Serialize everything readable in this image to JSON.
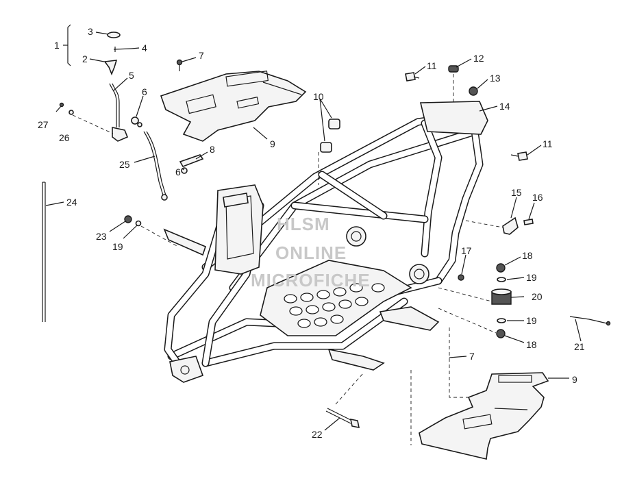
{
  "title": "",
  "watermark": [
    "HLSM",
    "ONLINE",
    "MICROFICHE"
  ],
  "callouts": [
    {
      "id": "c1",
      "text": "1"
    },
    {
      "id": "c3",
      "text": "3"
    },
    {
      "id": "c4",
      "text": "4"
    },
    {
      "id": "c2",
      "text": "2"
    },
    {
      "id": "c5",
      "text": "5"
    },
    {
      "id": "c6a",
      "text": "6"
    },
    {
      "id": "c27",
      "text": "27"
    },
    {
      "id": "c26",
      "text": "26"
    },
    {
      "id": "c25",
      "text": "25"
    },
    {
      "id": "c6b",
      "text": "6"
    },
    {
      "id": "c8",
      "text": "8"
    },
    {
      "id": "c7a",
      "text": "7"
    },
    {
      "id": "c9a",
      "text": "9"
    },
    {
      "id": "c10",
      "text": "10"
    },
    {
      "id": "c11a",
      "text": "11"
    },
    {
      "id": "c12",
      "text": "12"
    },
    {
      "id": "c13",
      "text": "13"
    },
    {
      "id": "c14",
      "text": "14"
    },
    {
      "id": "c11b",
      "text": "11"
    },
    {
      "id": "c15",
      "text": "15"
    },
    {
      "id": "c16",
      "text": "16"
    },
    {
      "id": "c24",
      "text": "24"
    },
    {
      "id": "c23",
      "text": "23"
    },
    {
      "id": "c19a",
      "text": "19"
    },
    {
      "id": "c17",
      "text": "17"
    },
    {
      "id": "c18a",
      "text": "18"
    },
    {
      "id": "c19b",
      "text": "19"
    },
    {
      "id": "c20",
      "text": "20"
    },
    {
      "id": "c19c",
      "text": "19"
    },
    {
      "id": "c18b",
      "text": "18"
    },
    {
      "id": "c21",
      "text": "21"
    },
    {
      "id": "c7b",
      "text": "7"
    },
    {
      "id": "c9b",
      "text": "9"
    },
    {
      "id": "c22",
      "text": "22"
    }
  ]
}
